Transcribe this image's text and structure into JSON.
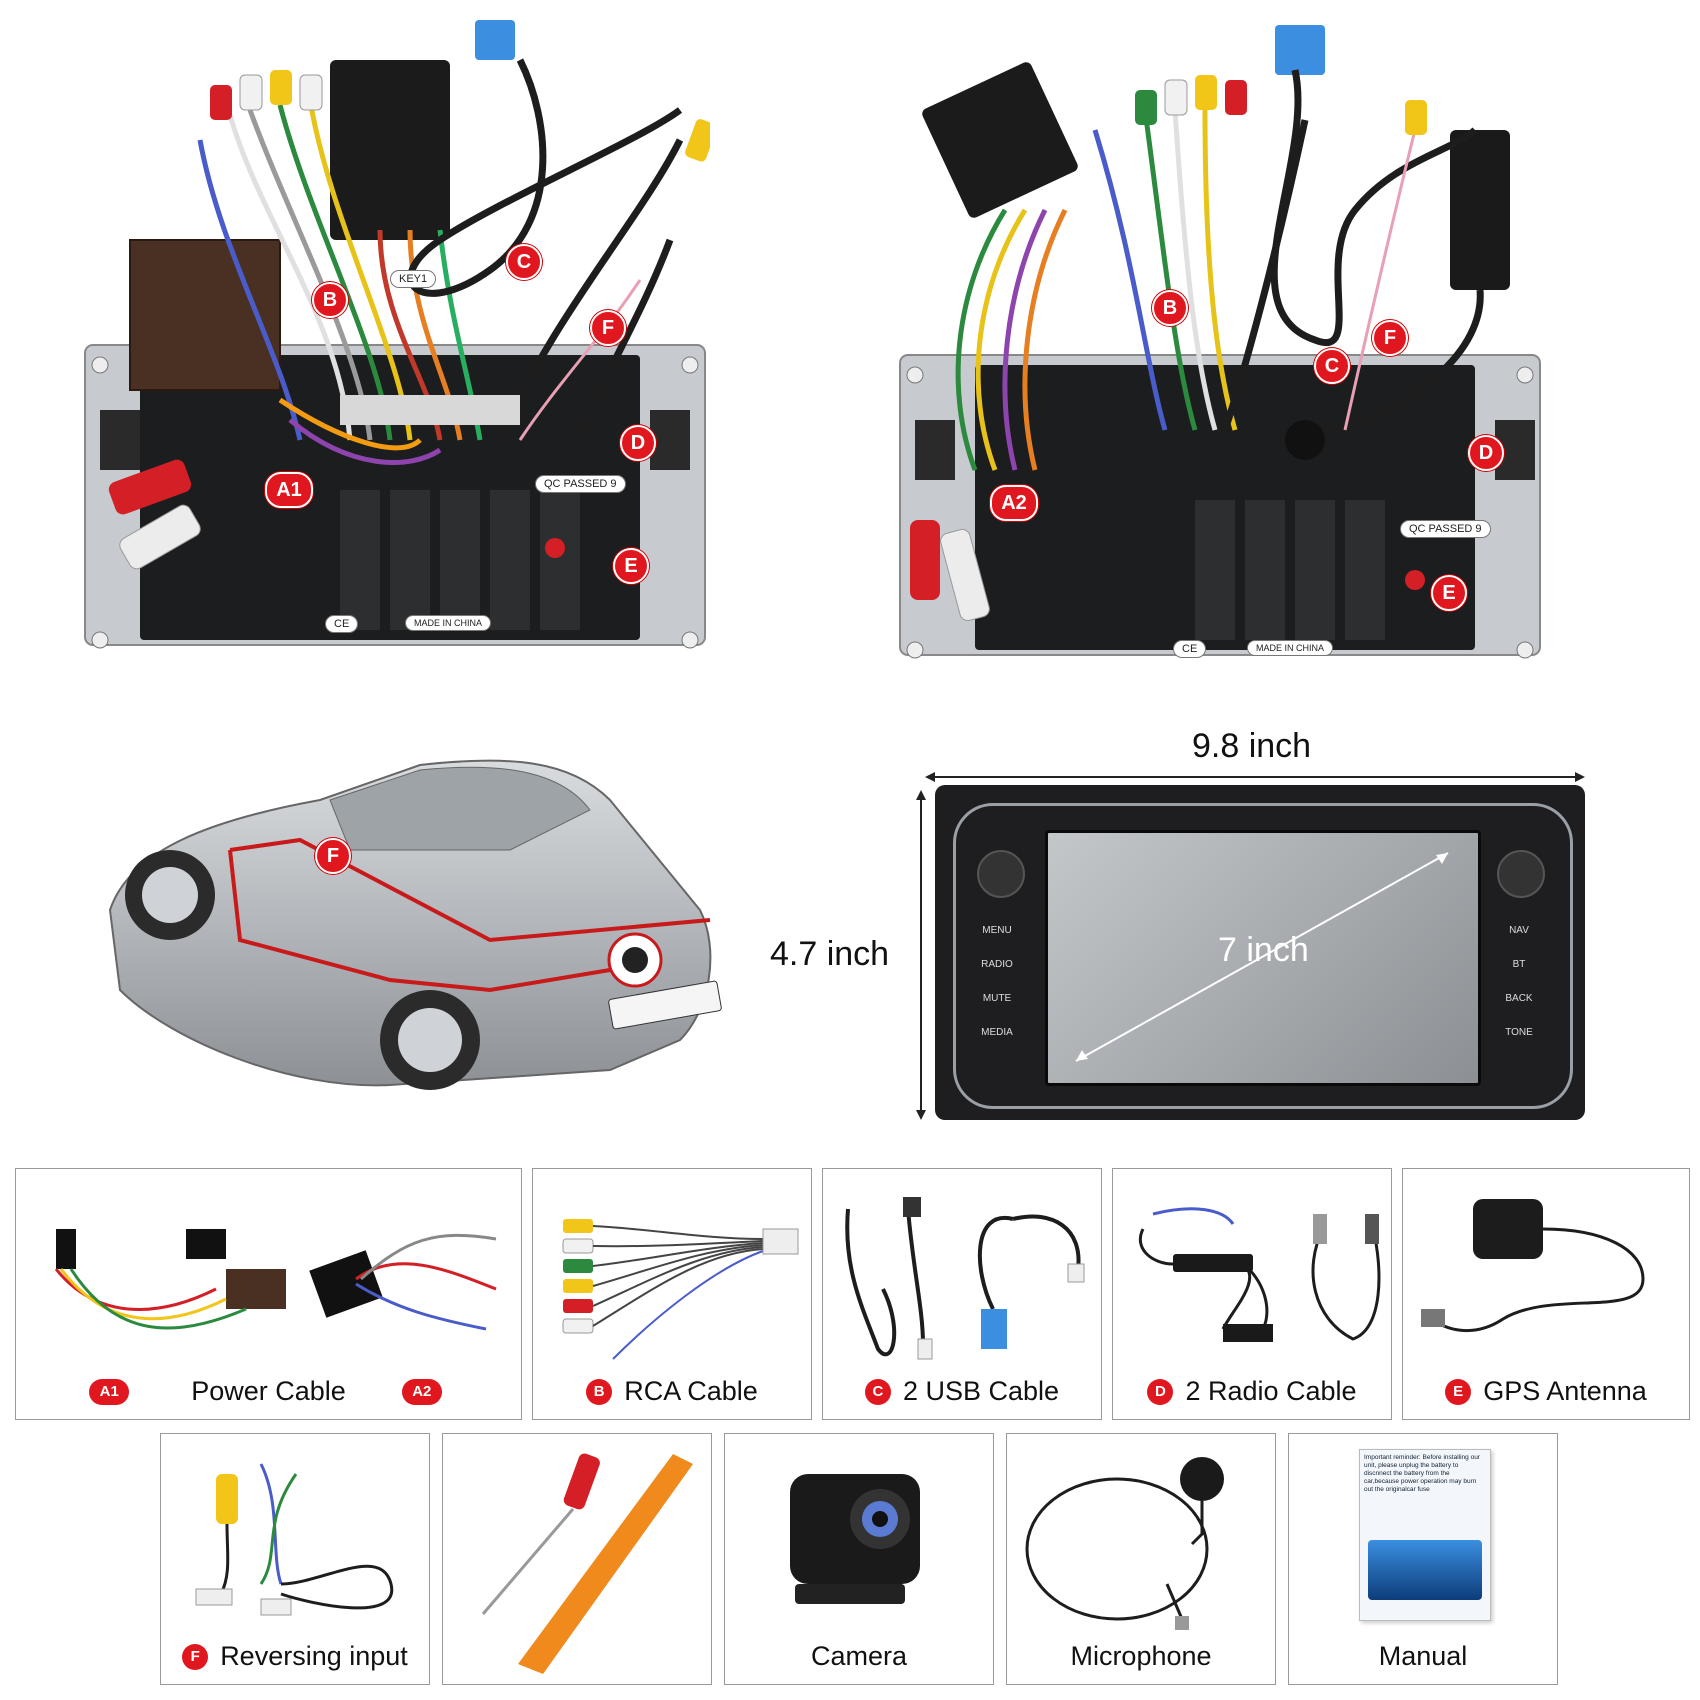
{
  "headunits": {
    "left": {
      "chip_qc": "QC PASSED 9",
      "chip_ce": "CE",
      "chip_made": "MADE IN CHINA",
      "key_label": "KEY1"
    },
    "right": {
      "chip_qc": "QC PASSED 9",
      "chip_ce": "CE",
      "chip_made": "MADE IN CHINA"
    }
  },
  "badges": {
    "a1": "A1",
    "a2": "A2",
    "b": "B",
    "c": "C",
    "d": "D",
    "e": "E",
    "f": "F"
  },
  "dimensions": {
    "width": "9.8 inch",
    "height": "4.7 inch",
    "diagonal": "7 inch"
  },
  "front_buttons": {
    "left": [
      "MENU",
      "RADIO",
      "MUTE",
      "MEDIA"
    ],
    "right": [
      "NAV",
      "BT",
      "BACK",
      "TONE"
    ]
  },
  "accessories_row1": [
    {
      "badge": "A1",
      "label": "Power Cable",
      "badge2": "A2"
    },
    {
      "badge": "B",
      "label": "RCA Cable"
    },
    {
      "badge": "C",
      "label": "2 USB Cable"
    },
    {
      "badge": "D",
      "label": "2 Radio Cable"
    },
    {
      "badge": "E",
      "label": "GPS Antenna"
    }
  ],
  "accessories_row2": [
    {
      "badge": "F",
      "label": "Reversing input"
    },
    {
      "label": ""
    },
    {
      "label": "Camera"
    },
    {
      "label": "Microphone"
    },
    {
      "label": "Manual"
    }
  ],
  "manual_text": "Important reminder: Before installing our unit, please unplug the battery to discnnect the battery from the car,because power operation may burn out the originalcar fuse",
  "colors": {
    "badge_red": "#e0171f",
    "tool_orange": "#f08a1c",
    "plug_red": "#d41f26",
    "plug_yellow": "#f2c519"
  }
}
